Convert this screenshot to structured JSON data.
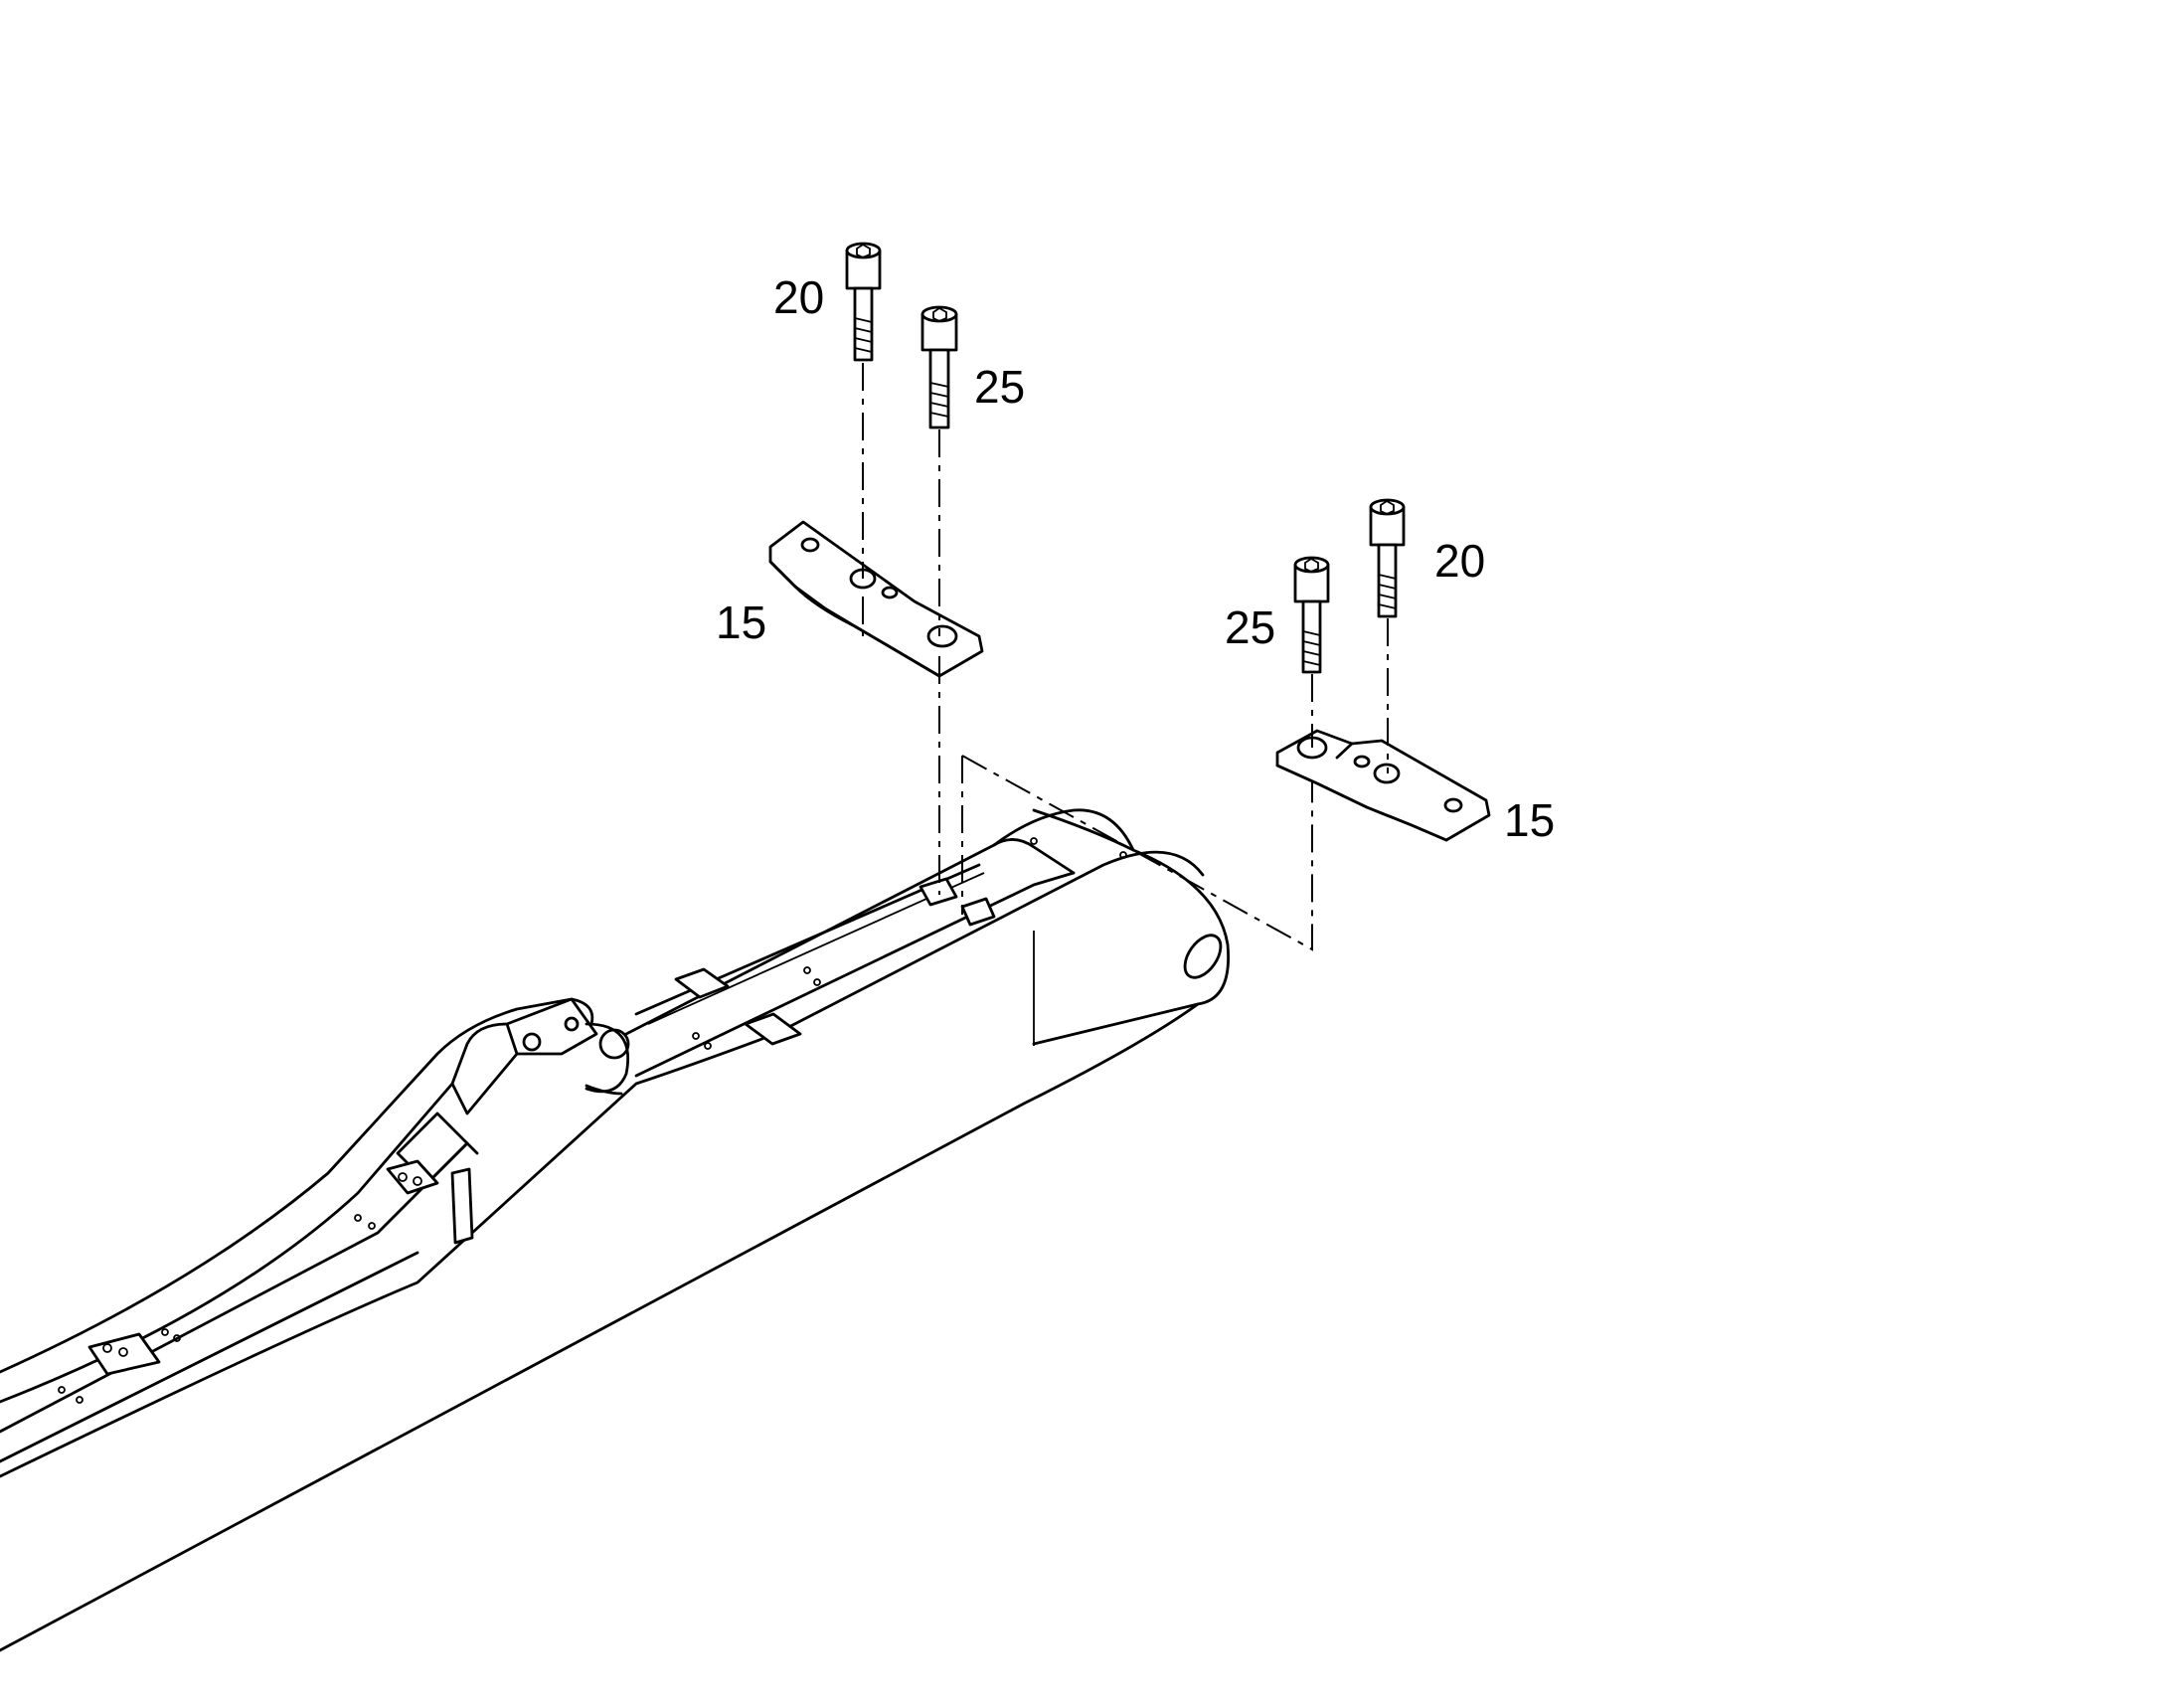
{
  "callouts": {
    "left_bolt_long": "20",
    "left_bolt_short": "25",
    "left_plate": "15",
    "right_bolt_short": "25",
    "right_bolt_long": "20",
    "right_plate": "15"
  },
  "colors": {
    "line": "#000000",
    "background": "#ffffff"
  }
}
